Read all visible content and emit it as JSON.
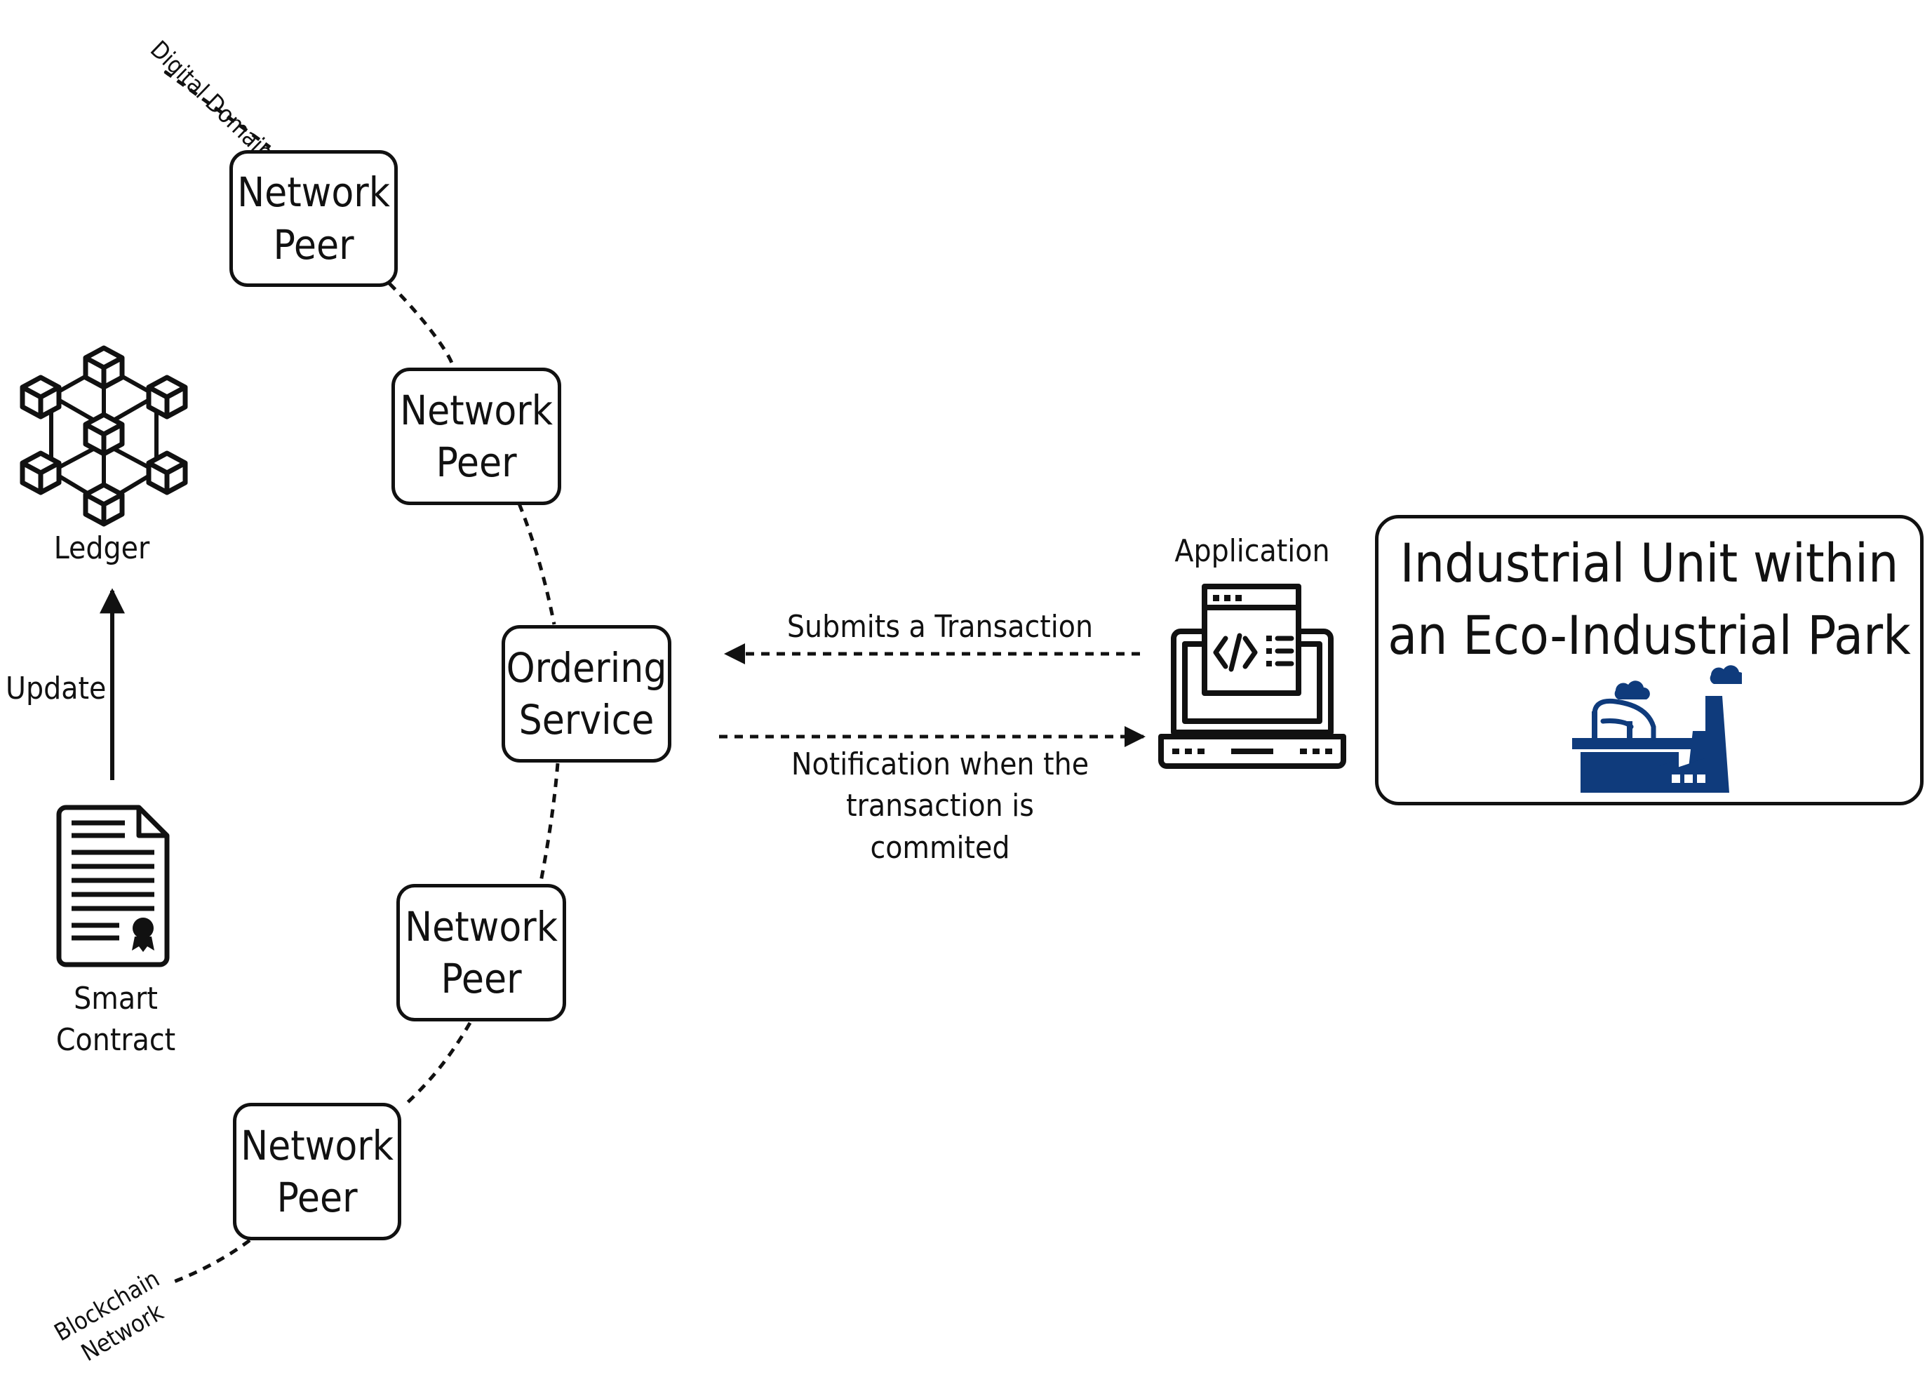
{
  "labels": {
    "digital_domain": "Digital Domain",
    "blockchain_network": "Blockchain\nNetwork",
    "ledger": "Ledger",
    "update": "Update",
    "smart_contract": "Smart\nContract",
    "application": "Application",
    "submits": "Submits a Transaction",
    "notification": "Notification when the\ntransaction is\ncommited"
  },
  "nodes": {
    "peer_1": "Network\nPeer",
    "peer_2": "Network\nPeer",
    "ordering_service": "Ordering\nService",
    "peer_3": "Network\nPeer",
    "peer_4": "Network\nPeer"
  },
  "industrial_unit": {
    "title": "Industrial Unit within\nan Eco-Industrial Park"
  },
  "colors": {
    "factory_icon": "#0f3b7c",
    "stroke": "#111111"
  },
  "icons": [
    "ledger-cubes-icon",
    "smart-contract-document-icon",
    "laptop-code-icon",
    "factory-icon"
  ]
}
